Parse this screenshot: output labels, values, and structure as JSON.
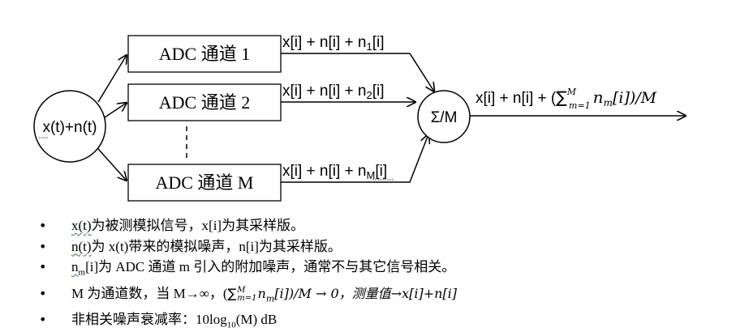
{
  "diagram": {
    "input_label": "x(t)+n(t)",
    "channels": [
      {
        "label": "ADC 通道 1",
        "output_base": "x[i] + n[i] + n",
        "output_sub": "1",
        "output_tail": "[i]"
      },
      {
        "label": "ADC 通道 2",
        "output_base": "x[i] + n[i] + n",
        "output_sub": "2",
        "output_tail": "[i]"
      },
      {
        "label": "ADC 通道 M",
        "output_base": "x[i] + n[i] + n",
        "output_sub": "M",
        "output_tail": "[i]"
      }
    ],
    "ellipsis": "⋮",
    "summer_label": "Σ/M",
    "output_prefix": "x[i] + n[i] + (",
    "output_sum": "∑",
    "output_sum_top": "M",
    "output_sum_bottom": "m=1",
    "output_term": "n",
    "output_term_sub": "m",
    "output_term_tail": "[i])/M"
  },
  "notes": {
    "n1_a": "x(t)",
    "n1_b": "为被测模拟信号，x[i]为其采样版。",
    "n2_a": "n(t)",
    "n2_b": "为 x(t)带来的模拟噪声，n[i]为其采样版。",
    "n3_a": "n",
    "n3_sub": "m",
    "n3_b": "[i]为 ADC 通道 m 引入的附加噪声，通常不与其它信号相关。",
    "n4_a": "M 为通道数，当 M→∞，(",
    "n4_sum": "∑",
    "n4_top": "M",
    "n4_bottom": "m=1",
    "n4_term": "n",
    "n4_term_sub": "m",
    "n4_b": "[i])/M → 0，测量值→x[i]+n[i]",
    "n5_a": "非相关噪声衰减率：10log",
    "n5_sub": "10",
    "n5_b": "(M) dB"
  }
}
